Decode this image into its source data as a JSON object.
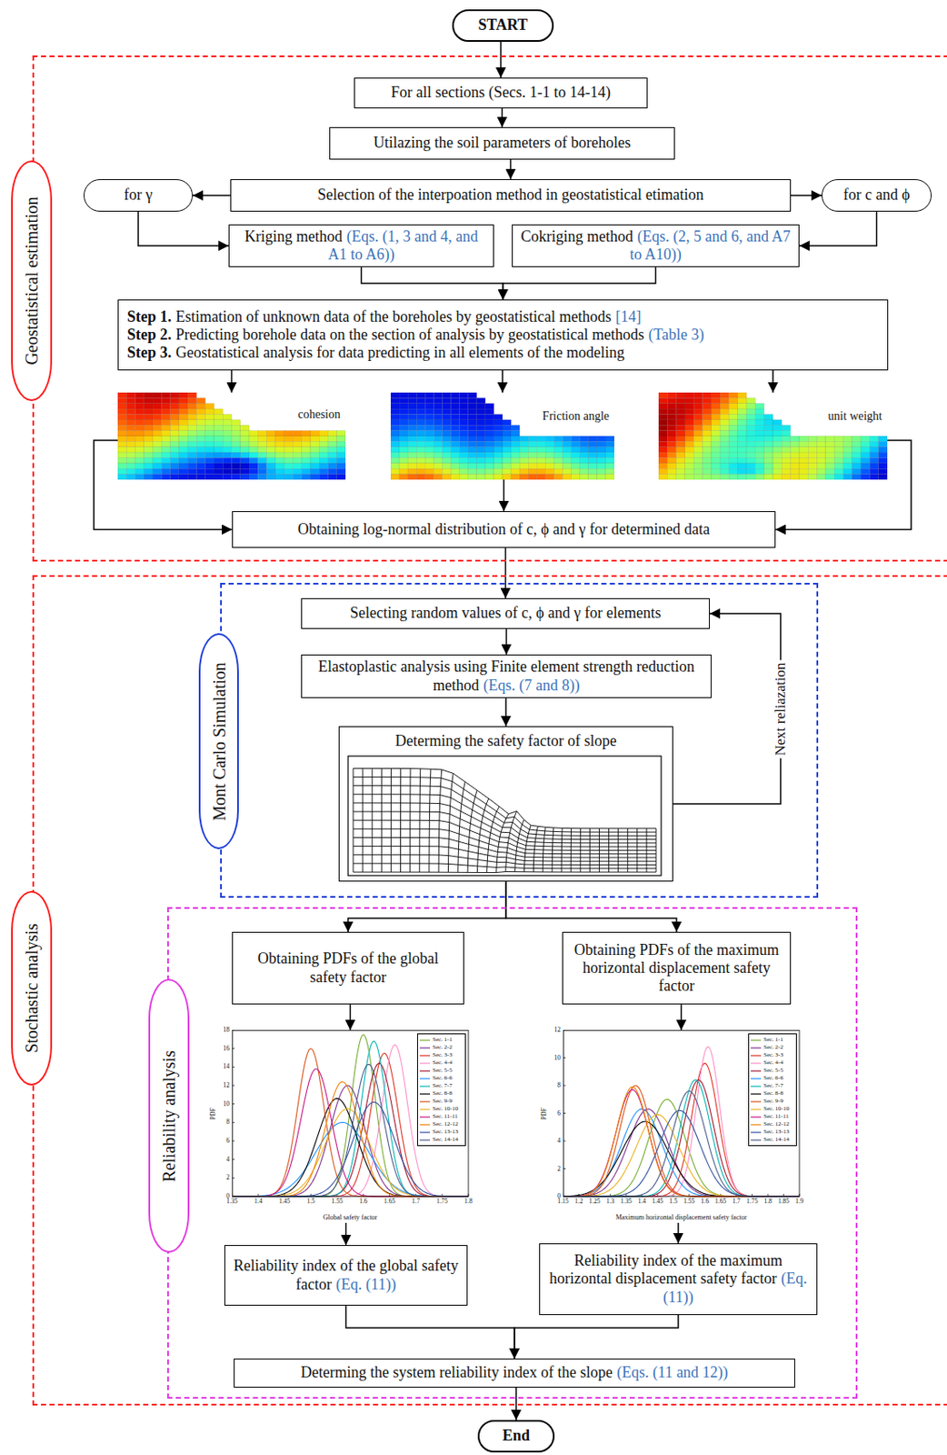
{
  "diagram": {
    "nodes": [
      {
        "text": [
          "START"
        ]
      },
      {
        "text": [
          "Geostatistical estimation"
        ]
      },
      {
        "text": [
          "For all sections (Secs. 1-1 to 14-14)"
        ],
        "in": 1
      },
      {
        "text": [
          "Utilazing the soil parameters of boreholes"
        ],
        "in": 1
      },
      {
        "text": [
          "Selection of the interpoation method in geostatistical etimation"
        ],
        "in": 1
      },
      {
        "text": [
          "for γ"
        ],
        "in": 1
      },
      {
        "text": [
          "for c and ϕ"
        ],
        "in": 1
      },
      {
        "text": [
          "Kriging method",
          "(Eqs. (1, 3 and 4, and A1 to A6))"
        ],
        "in": 1
      },
      {
        "text": [
          "Cokriging method",
          "(Eqs. (2, 5 and 6, and A7 to A10))"
        ],
        "in": 1
      },
      {
        "text": [
          "Step 1.",
          "Estimation of unknown data of the boreholes by geostatistical methods",
          "[14]",
          "Step 2.",
          "Predicting borehole data on the section of analysis by geostatistical methods",
          "(Table 3)",
          "Step 3.",
          "Geostatistical analysis for data predicting in all elements of the modeling"
        ],
        "in": 1
      },
      {
        "text": [
          "cohesion"
        ],
        "in": 1
      },
      {
        "text": [
          "Friction angle"
        ],
        "in": 1
      },
      {
        "text": [
          "unit weight"
        ],
        "in": 1
      },
      {
        "text": [
          "Obtaining log-normal distribution of c, ϕ and γ for determined data"
        ],
        "in": 1
      },
      {
        "text": [
          "Stochastic analysis"
        ]
      },
      {
        "text": [
          "Mont Carlo Simulation"
        ],
        "in": 14
      },
      {
        "text": [
          "Selecting random values of c, ϕ and γ for elements"
        ],
        "in": 15
      },
      {
        "text": [
          "Elastoplastic analysis using Finite element strength reduction method",
          "(Eqs. (7 and 8))"
        ],
        "in": 15
      },
      {
        "text": [
          "Determing the safety factor of slope"
        ],
        "in": 15
      },
      {
        "text": [
          "Reliability analysis"
        ],
        "in": 14
      },
      {
        "text": [
          "Obtaining PDFs of the global safety factor"
        ],
        "in": 19
      },
      {
        "text": [
          "Obtaining PDFs of the maximum horizontal displacement safety factor"
        ],
        "in": 19
      },
      {
        "text": [
          "Global safety factor"
        ],
        "in": 19
      },
      {
        "text": [
          "Maximum horizontal displacement safety factor"
        ],
        "in": 19
      },
      {
        "text": [
          "Reliability index of the global safety factor",
          "(Eq. (11))"
        ],
        "in": 19
      },
      {
        "text": [
          "Reliability index of the maximum horizontal displacement safety factor",
          "(Eq. (11))"
        ],
        "in": 19
      },
      {
        "text": [
          "Determing the system reliability index of the slope",
          "(Eqs. (11 and 12))"
        ],
        "in": 19
      },
      {
        "text": [
          "End"
        ]
      }
    ],
    "edges": [
      {
        "from": 0,
        "to": 2,
        "arrow": "to"
      },
      {
        "from": 2,
        "to": 3,
        "arrow": "to"
      },
      {
        "from": 3,
        "to": 4,
        "arrow": "to"
      },
      {
        "from": 4,
        "to": 5,
        "arrow": "to"
      },
      {
        "from": 4,
        "to": 6,
        "arrow": "to"
      },
      {
        "from": 5,
        "to": 7,
        "arrow": "to"
      },
      {
        "from": 6,
        "to": 8,
        "arrow": "to"
      },
      {
        "from": 7,
        "to": 9,
        "arrow": "to"
      },
      {
        "from": 8,
        "to": 9,
        "arrow": "to"
      },
      {
        "from": 9,
        "to": 10,
        "arrow": "to"
      },
      {
        "from": 9,
        "to": 11,
        "arrow": "to"
      },
      {
        "from": 9,
        "to": 12,
        "arrow": "to"
      },
      {
        "from": 10,
        "to": 13,
        "arrow": "to"
      },
      {
        "from": 11,
        "to": 13,
        "arrow": "to"
      },
      {
        "from": 12,
        "to": 13,
        "arrow": "to"
      },
      {
        "from": 13,
        "to": 16,
        "arrow": "to"
      },
      {
        "from": 16,
        "to": 17,
        "arrow": "to"
      },
      {
        "from": 17,
        "to": 18,
        "arrow": "to"
      },
      {
        "from": 18,
        "to": 16,
        "label": "Next reliazation",
        "arrow": "to"
      },
      {
        "from": 18,
        "to": 20,
        "arrow": "to"
      },
      {
        "from": 18,
        "to": 21,
        "arrow": "to"
      },
      {
        "from": 20,
        "to": 22,
        "arrow": "to"
      },
      {
        "from": 21,
        "to": 23,
        "arrow": "to"
      },
      {
        "from": 22,
        "to": 24,
        "arrow": "to"
      },
      {
        "from": 23,
        "to": 25,
        "arrow": "to"
      },
      {
        "from": 24,
        "to": 26,
        "arrow": "to"
      },
      {
        "from": 25,
        "to": 26,
        "arrow": "to"
      },
      {
        "from": 26,
        "to": 27,
        "arrow": "to"
      }
    ],
    "labels": [
      "PDF",
      "0",
      "2",
      "4",
      "6",
      "8",
      "10",
      "12",
      "14",
      "16",
      "18",
      "1.35",
      "1.4",
      "1.45",
      "1.5",
      "1.55",
      "1.6",
      "1.65",
      "1.7",
      "1.75",
      "1.8",
      "PDF",
      "0",
      "2",
      "4",
      "6",
      "8",
      "10",
      "12",
      "1.15",
      "1.2",
      "1.25",
      "1.3",
      "1.35",
      "1.4",
      "1.45",
      "1.5",
      "1.55",
      "1.6",
      "1.65",
      "1.7",
      "1.75",
      "1.8",
      "1.85",
      "1.9"
    ],
    "legend": [
      {
        "text": "Sec. 1-1"
      },
      {
        "text": "Sec. 2-2"
      },
      {
        "text": "Sec. 3-3"
      },
      {
        "text": "Sec. 4-4"
      },
      {
        "text": "Sec. 5-5"
      },
      {
        "text": "Sec. 6-6"
      },
      {
        "text": "Sec. 7-7"
      },
      {
        "text": "Sec. 8-8"
      },
      {
        "text": "Sec. 9-9"
      },
      {
        "text": "Sec. 10-10"
      },
      {
        "text": "Sec. 11-11"
      },
      {
        "text": "Sec. 12-12"
      },
      {
        "text": "Sec. 13-13"
      },
      {
        "text": "Sec. 14-14"
      },
      {
        "text": "Sec. 1-1"
      },
      {
        "text": "Sec. 2-2"
      },
      {
        "text": "Sec. 3-3"
      },
      {
        "text": "Sec. 4-4"
      },
      {
        "text": "Sec. 5-5"
      },
      {
        "text": "Sec. 6-6"
      },
      {
        "text": "Sec. 7-7"
      },
      {
        "text": "Sec. 8-8"
      },
      {
        "text": "Sec. 9-9"
      },
      {
        "text": "Sec. 10-10"
      },
      {
        "text": "Sec. 11-11"
      },
      {
        "text": "Sec. 12-12"
      },
      {
        "text": "Sec. 13-13"
      },
      {
        "text": "Sec. 14-14"
      }
    ]
  }
}
